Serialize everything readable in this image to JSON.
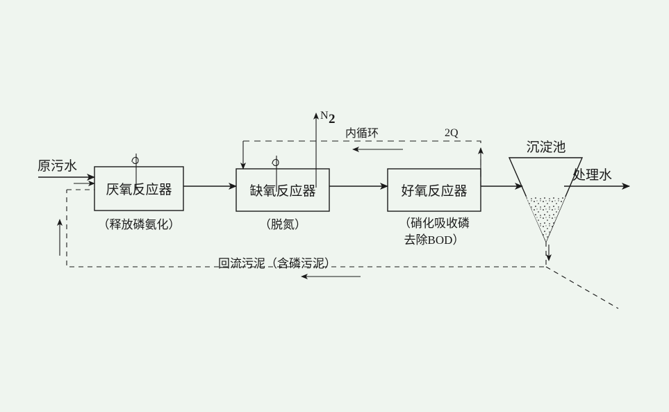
{
  "diagram": {
    "type": "wastewater-treatment-flow",
    "background_color": "#eff5ef",
    "line_color": "#1a1a1a",
    "inlet_label": "原污水",
    "outlet_label": "处理水",
    "gas_label": "N",
    "gas_label_sub": "2",
    "recirculation_label": "内循环",
    "recirculation_flow": "2Q",
    "return_sludge_label": "回流污泥（含磷污泥）",
    "clarifier_label": "沉淀池",
    "units": [
      {
        "id": "anaerobic",
        "title": "厌氧反应器",
        "caption": "（释放磷氨化）",
        "caption2": "",
        "fill": "stippled"
      },
      {
        "id": "anoxic",
        "title": "缺氧反应器",
        "caption": "（脱氮）",
        "caption2": "",
        "fill": "stippled"
      },
      {
        "id": "aerobic",
        "title": "好氧反应器",
        "caption": "（硝化吸收磷",
        "caption2": "去除BOD）",
        "fill": "plain"
      }
    ]
  }
}
